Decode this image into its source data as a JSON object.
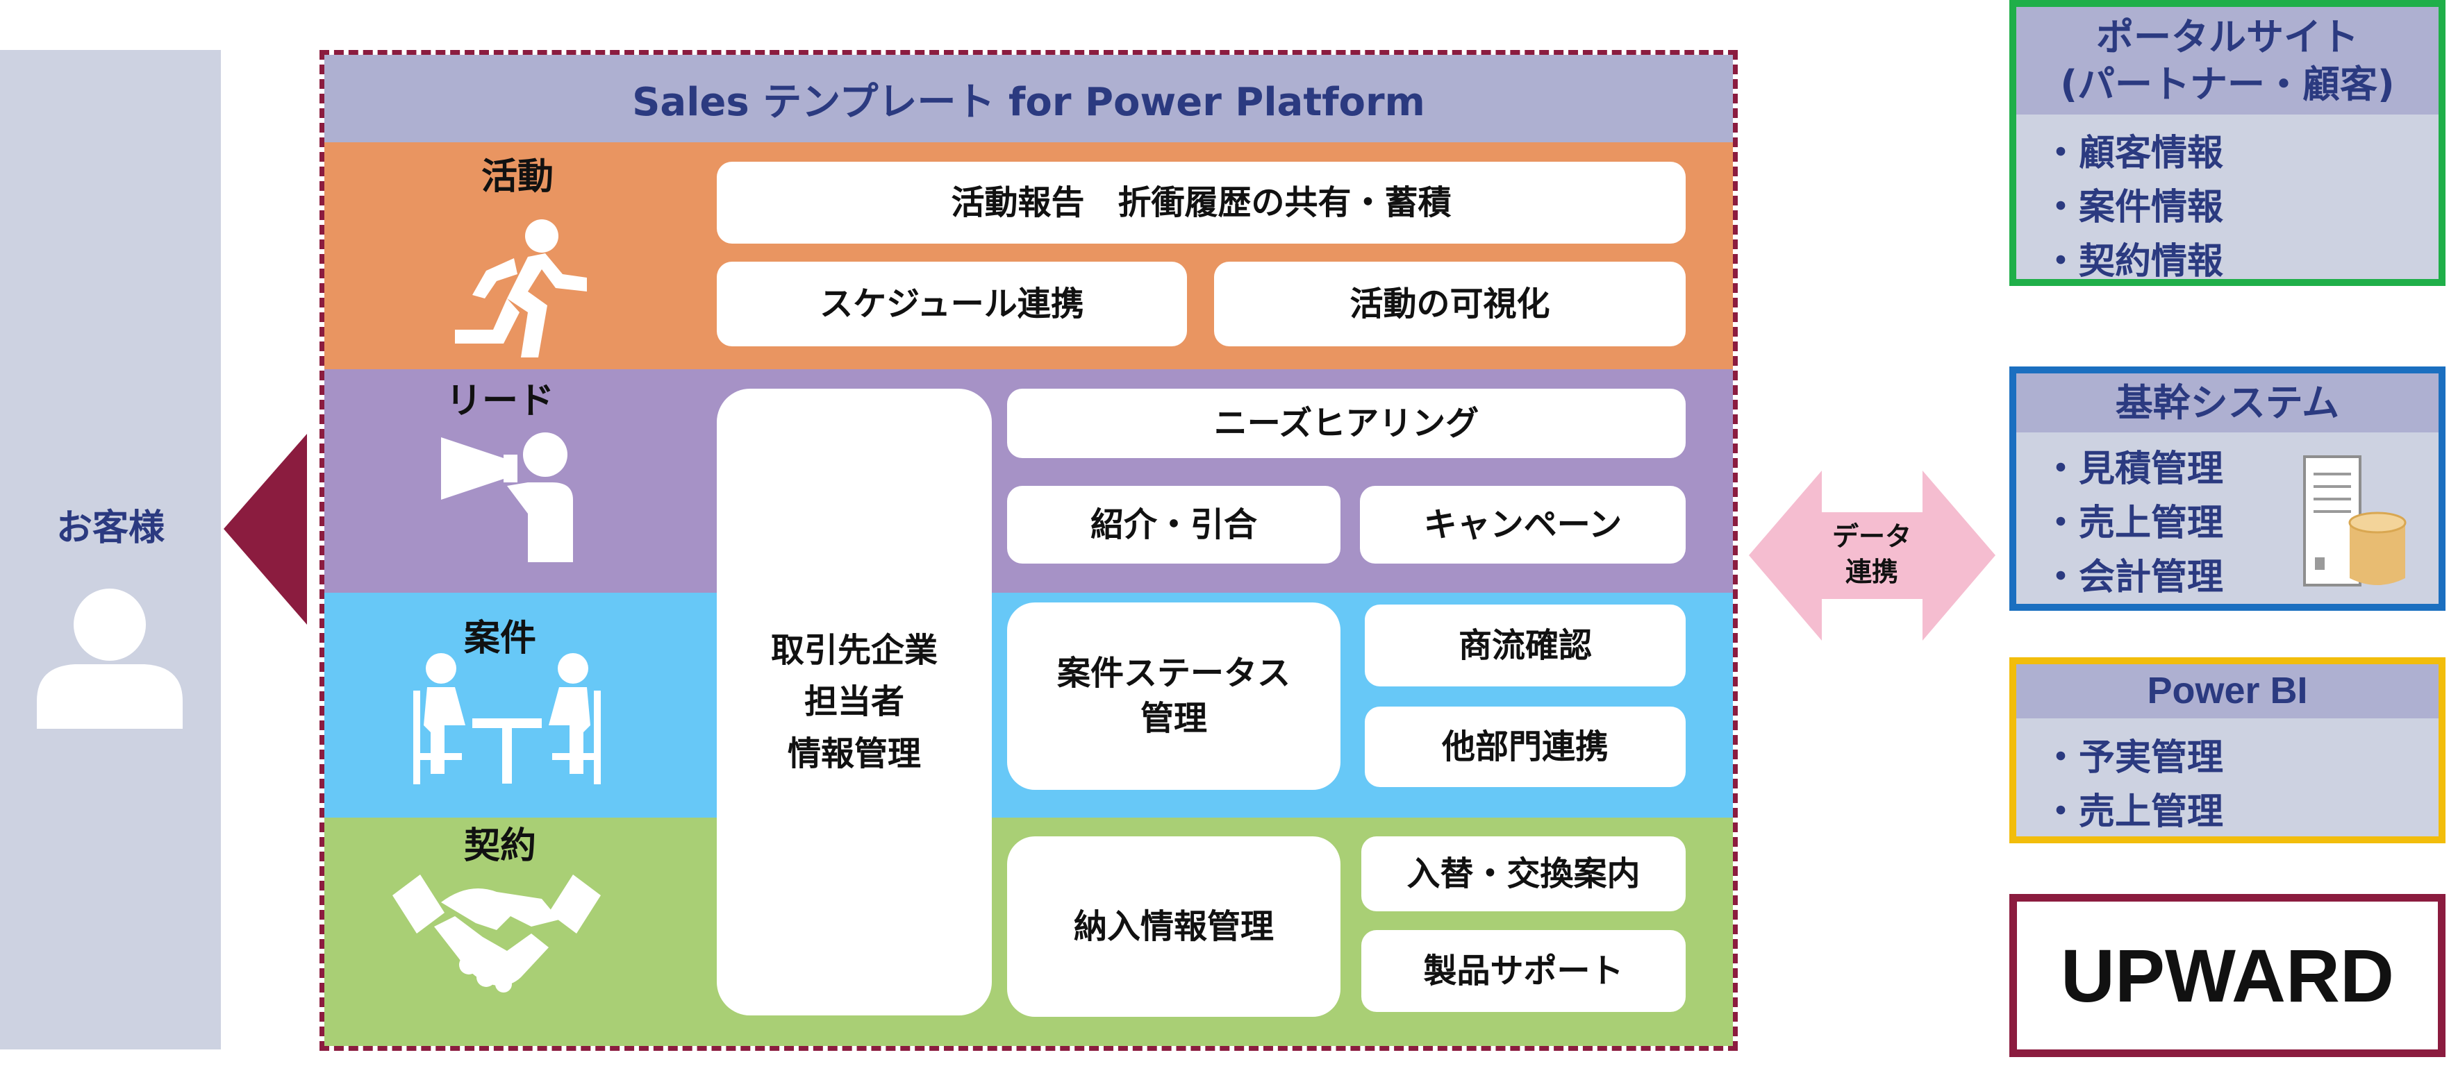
{
  "customer": {
    "label": "お客様",
    "icon": "person-icon"
  },
  "platform": {
    "title": "Sales テンプレート for Power Platform"
  },
  "bands": {
    "activity": {
      "label": "活動",
      "icon": "running-person-icon",
      "items": [
        "活動報告　折衝履歴の共有・蓄積",
        "スケジュール連携",
        "活動の可視化"
      ]
    },
    "lead": {
      "label": "リード",
      "icon": "megaphone-person-icon",
      "items": [
        "ニーズヒアリング",
        "紹介・引合",
        "キャンペーン"
      ]
    },
    "case": {
      "label": "案件",
      "icon": "meeting-table-icon",
      "items": [
        "案件ステータス\n管理",
        "商流確認",
        "他部門連携"
      ]
    },
    "contract": {
      "label": "契約",
      "icon": "handshake-icon",
      "items": [
        "納入情報管理",
        "入替・交換案内",
        "製品サポート"
      ]
    }
  },
  "shared_block": "取引先企業\n担当者\n情報管理",
  "data_link": {
    "label": "データ\n連携"
  },
  "panels": {
    "portal": {
      "title": "ポータルサイト\n(パートナー・顧客)",
      "items": [
        "・顧客情報",
        "・案件情報",
        "・契約情報"
      ],
      "border_color": "#1faf49"
    },
    "core": {
      "title": "基幹システム",
      "items": [
        "・見積管理",
        "・売上管理",
        "・会計管理"
      ],
      "icon": "server-database-icon",
      "border_color": "#1b6fc0"
    },
    "bi": {
      "title": "Power BI",
      "items": [
        "・予実管理",
        "・売上管理"
      ],
      "border_color": "#f2bd0b"
    },
    "upward": {
      "label": "UPWARD",
      "border_color": "#8b1c3f"
    }
  },
  "colors": {
    "activity": "#e99561",
    "lead": "#a692c6",
    "case": "#67c8f7",
    "contract": "#a9cf75",
    "header": "#aeb0d1",
    "accent": "#8b1c3f",
    "text_blue": "#2b3a80"
  }
}
